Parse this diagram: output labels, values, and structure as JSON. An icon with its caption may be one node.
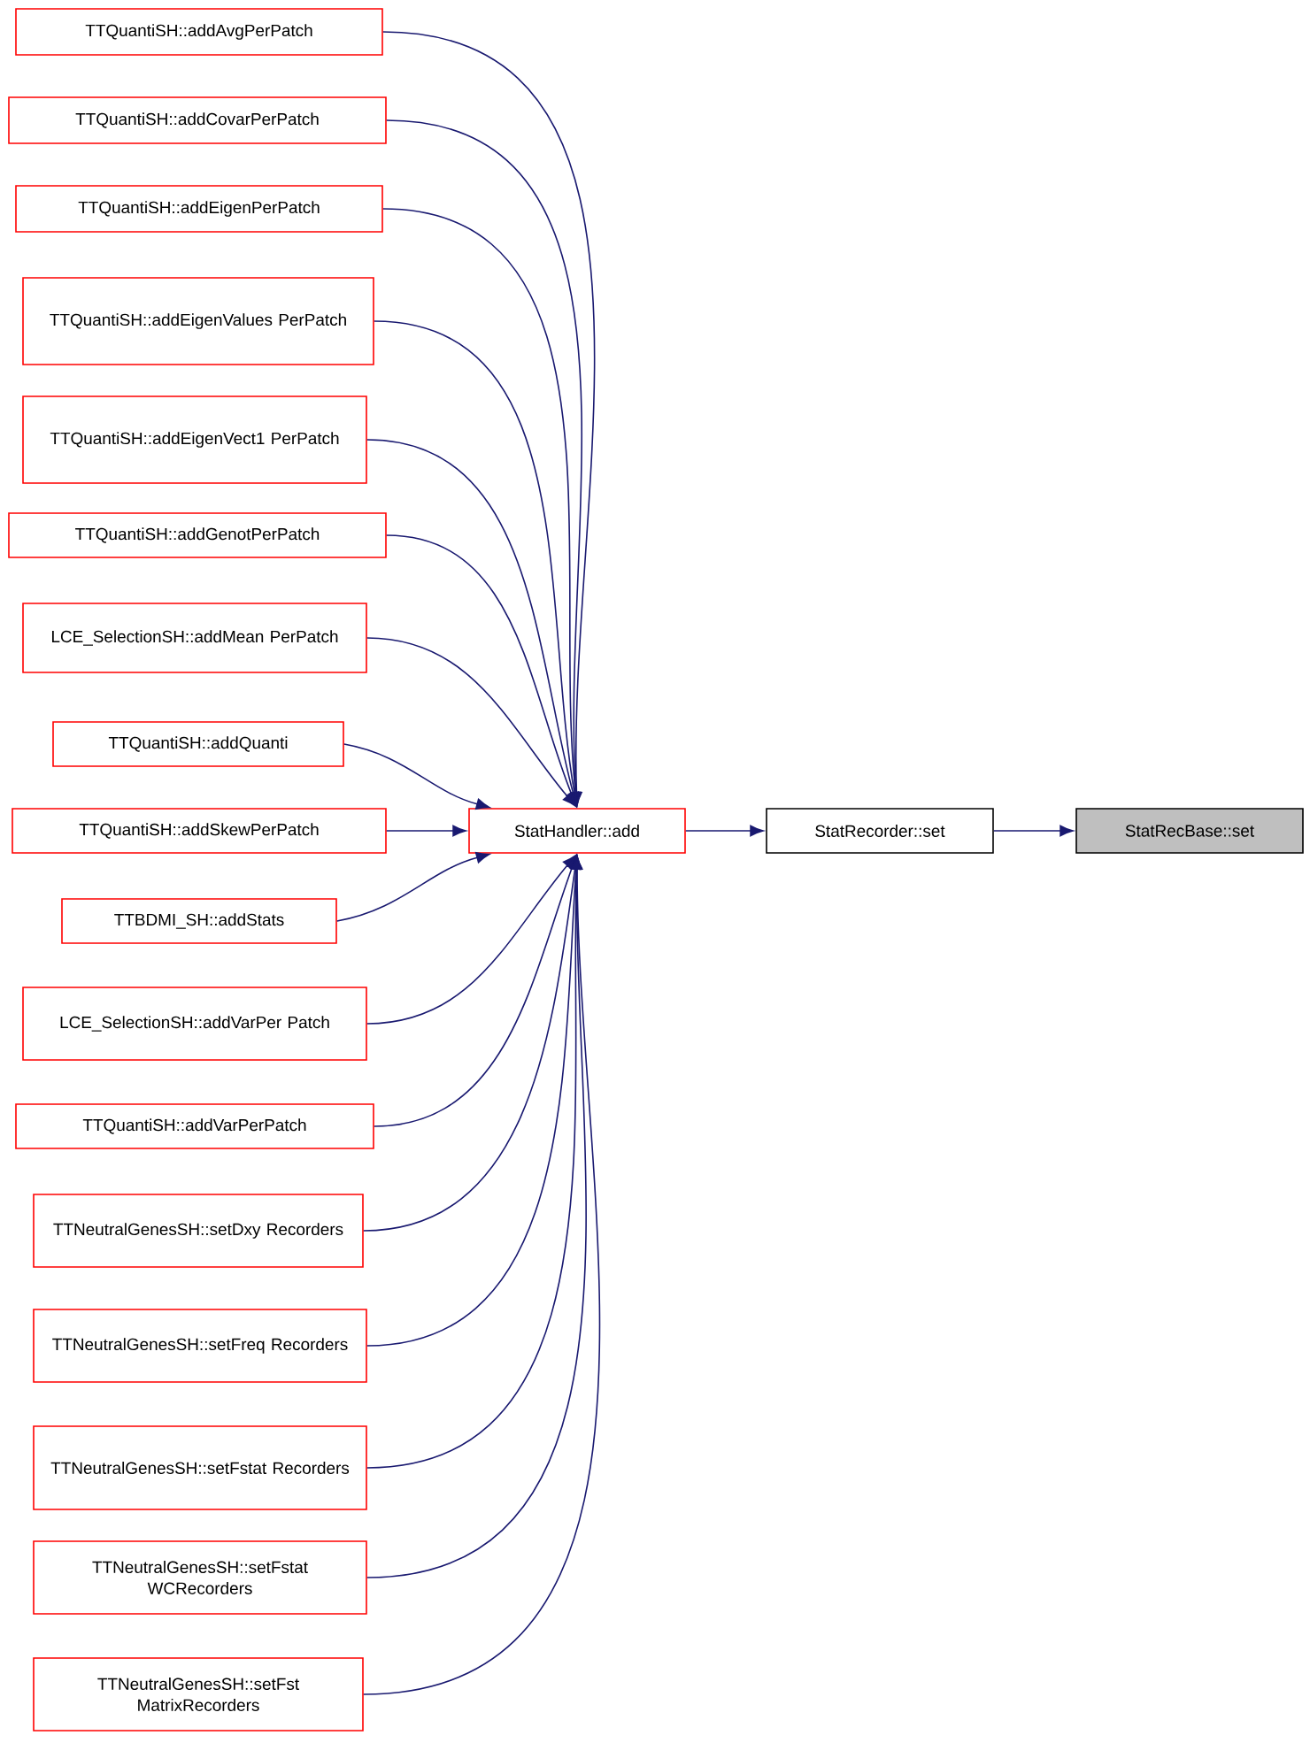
{
  "diagram": {
    "nodes": [
      {
        "text": [
          "TTQuantiSH::addAvgPerPatch"
        ]
      },
      {
        "text": [
          "TTQuantiSH::addCovarPerPatch"
        ]
      },
      {
        "text": [
          "TTQuantiSH::addEigenPerPatch"
        ]
      },
      {
        "text": [
          "TTQuantiSH::addEigenValues PerPatch"
        ]
      },
      {
        "text": [
          "TTQuantiSH::addEigenVect1 PerPatch"
        ]
      },
      {
        "text": [
          "TTQuantiSH::addGenotPerPatch"
        ]
      },
      {
        "text": [
          "LCE_SelectionSH::addMean PerPatch"
        ]
      },
      {
        "text": [
          "TTQuantiSH::addQuanti"
        ]
      },
      {
        "text": [
          "TTQuantiSH::addSkewPerPatch"
        ]
      },
      {
        "text": [
          "TTBDMI_SH::addStats"
        ]
      },
      {
        "text": [
          "LCE_SelectionSH::addVarPer Patch"
        ]
      },
      {
        "text": [
          "TTQuantiSH::addVarPerPatch"
        ]
      },
      {
        "text": [
          "TTNeutralGenesSH::setDxy Recorders"
        ]
      },
      {
        "text": [
          "TTNeutralGenesSH::setFreq Recorders"
        ]
      },
      {
        "text": [
          "TTNeutralGenesSH::setFstat Recorders"
        ]
      },
      {
        "text": [
          "TTNeutralGenesSH::setFstat WCRecorders"
        ]
      },
      {
        "text": [
          "TTNeutralGenesSH::setFst MatrixRecorders"
        ]
      },
      {
        "text": [
          "StatHandler::add"
        ]
      },
      {
        "text": [
          "StatRecorder::set"
        ]
      },
      {
        "text": [
          "StatRecBase::set"
        ]
      }
    ],
    "edges": [
      {
        "from": 0,
        "to": 17,
        "arrow": "to"
      },
      {
        "from": 1,
        "to": 17,
        "arrow": "to"
      },
      {
        "from": 2,
        "to": 17,
        "arrow": "to"
      },
      {
        "from": 3,
        "to": 17,
        "arrow": "to"
      },
      {
        "from": 4,
        "to": 17,
        "arrow": "to"
      },
      {
        "from": 5,
        "to": 17,
        "arrow": "to"
      },
      {
        "from": 6,
        "to": 17,
        "arrow": "to"
      },
      {
        "from": 7,
        "to": 17,
        "arrow": "to"
      },
      {
        "from": 8,
        "to": 17,
        "arrow": "to"
      },
      {
        "from": 9,
        "to": 17,
        "arrow": "to"
      },
      {
        "from": 10,
        "to": 17,
        "arrow": "to"
      },
      {
        "from": 11,
        "to": 17,
        "arrow": "to"
      },
      {
        "from": 12,
        "to": 17,
        "arrow": "to"
      },
      {
        "from": 13,
        "to": 17,
        "arrow": "to"
      },
      {
        "from": 14,
        "to": 17,
        "arrow": "to"
      },
      {
        "from": 15,
        "to": 17,
        "arrow": "to"
      },
      {
        "from": 16,
        "to": 17,
        "arrow": "to"
      },
      {
        "from": 17,
        "to": 18,
        "arrow": "to"
      },
      {
        "from": 18,
        "to": 19,
        "arrow": "to"
      }
    ]
  }
}
